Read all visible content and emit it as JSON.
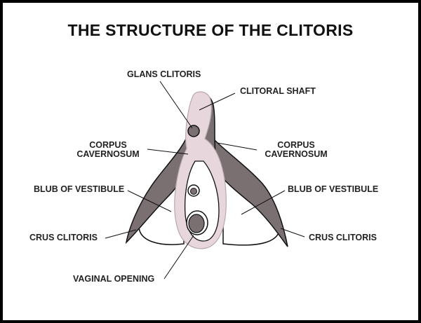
{
  "title": "THE STRUCTURE OF THE CLITORIS",
  "labels": {
    "glans": "GLANS CLITORIS",
    "shaft": "CLITORAL SHAFT",
    "cc_left_1": "CORPUS",
    "cc_left_2": "CAVERNOSUM",
    "cc_right_1": "CORPUS",
    "cc_right_2": "CAVERNOSUM",
    "bulb_left": "BLUB OF VESTIBULE",
    "bulb_right": "BLUB OF VESTIBULE",
    "crus_left": "CRUS CLITORIS",
    "crus_right": "CRUS CLITORIS",
    "vaginal": "VAGINAL OPENING"
  },
  "colors": {
    "frame": "#000000",
    "erectile_tissue": "#7a6f71",
    "bulb_pink": "#e7d6dc",
    "outline": "#111111"
  }
}
